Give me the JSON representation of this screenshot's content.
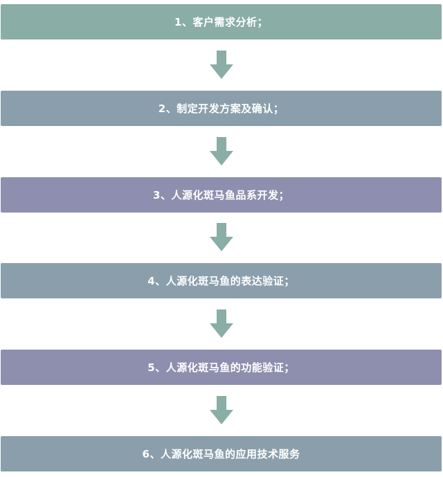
{
  "steps": [
    {
      "label": "1、客户需求分析；",
      "color": "#8aada6"
    },
    {
      "label": "2、制定开发方案及确认；",
      "color": "#8a9fab"
    },
    {
      "label": "3、人源化斑马鱼品系开发；",
      "color": "#8e8fae"
    },
    {
      "label": "4、人源化斑马鱼的表达验证；",
      "color": "#8a9fab"
    },
    {
      "label": "5、人源化斑马鱼的功能验证；",
      "color": "#8e8fae"
    },
    {
      "label": "6、人源化斑马鱼的应用技术服务",
      "color": "#8a9fab"
    }
  ],
  "arrow_color": "#8aada6",
  "arrow_icon": "down-arrow-icon"
}
